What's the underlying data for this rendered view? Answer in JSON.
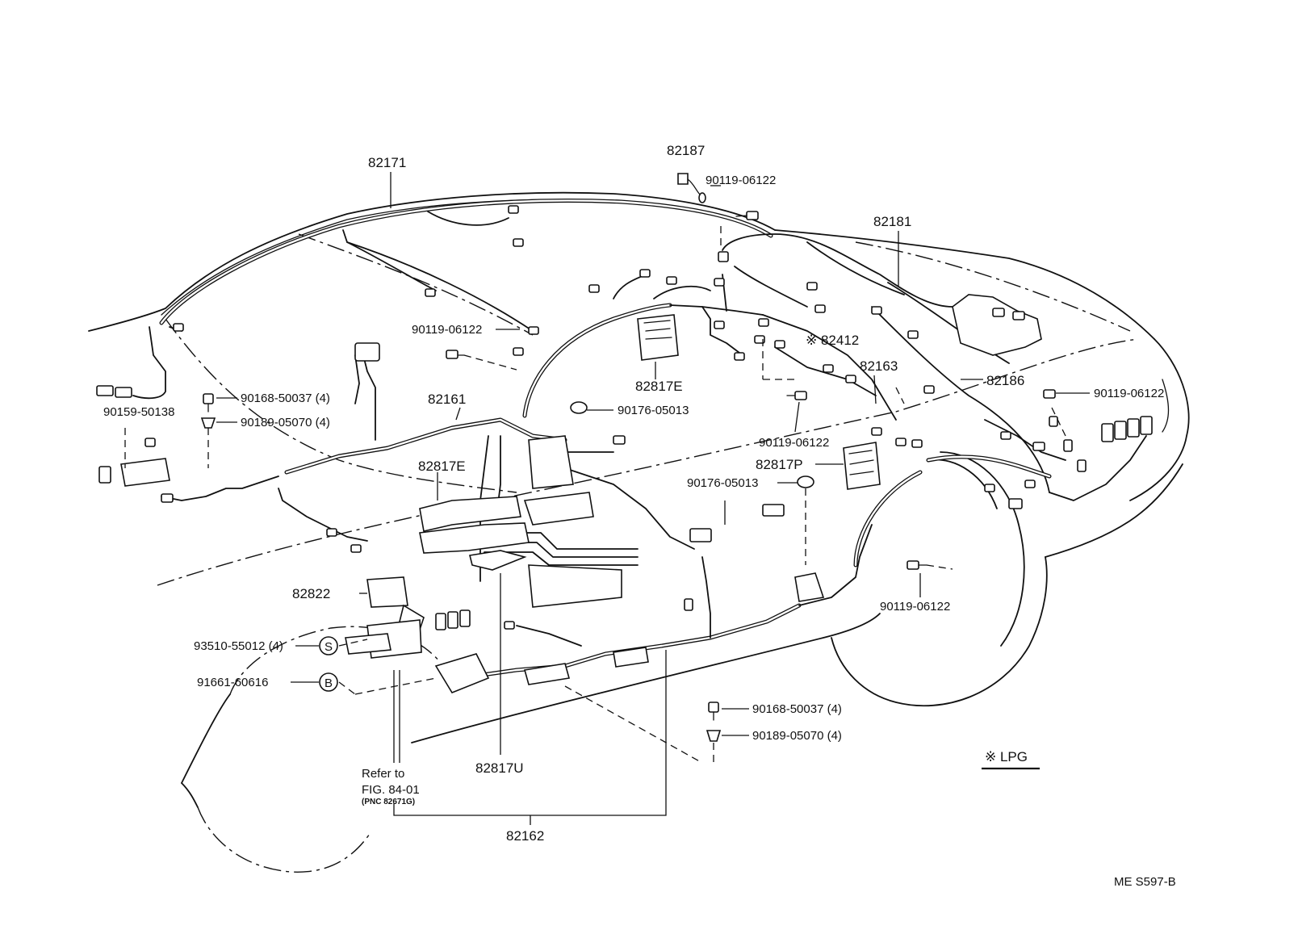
{
  "diagram_id": "ME S597-B",
  "legend": {
    "symbol": "※",
    "label": "LPG",
    "text": "※ LPG"
  },
  "labels": {
    "p82171": "82171",
    "p82187": "82187",
    "p90119_top": "90119-06122",
    "p82181": "82181",
    "p90119_mid": "90119-06122",
    "p82412": "※ 82412",
    "p82163": "82163",
    "p82186": "82186",
    "p90119_right": "90119-06122",
    "p90168_left": "90168-50037 (4)",
    "p90189_left": "90189-05070 (4)",
    "p90159": "90159-50138",
    "p82161": "82161",
    "p90176_a": "90176-05013",
    "p82817E_top": "82817E",
    "p82817E_mid": "82817E",
    "p90119_center": "90119-06122",
    "p82817P": "82817P",
    "p90176_b": "90176-05013",
    "p90119_wheel": "90119-06122",
    "p82822": "82822",
    "p93510": "93510-55012 (4)",
    "p91661": "91661-60616",
    "circle_s": "S",
    "circle_b": "B",
    "p90168_bottom": "90168-50037 (4)",
    "p90189_bottom": "90189-05070 (4)",
    "p82817U": "82817U",
    "p82162": "82162"
  },
  "reference": {
    "line1": "Refer to",
    "line2": "FIG. 84-01",
    "line3": "(PNC 82671G)"
  }
}
